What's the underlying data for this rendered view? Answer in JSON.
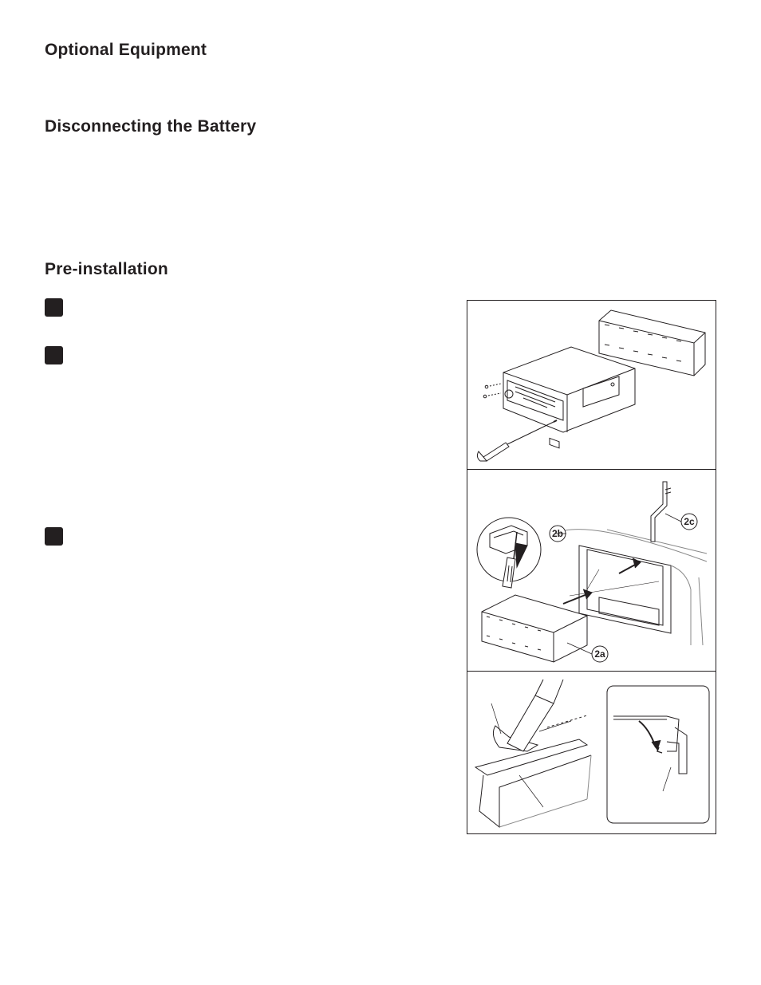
{
  "headings": {
    "optional_equipment": "Optional Equipment",
    "disconnecting_battery": "Disconnecting the Battery",
    "pre_installation": "Pre-installation"
  },
  "figure": {
    "callouts": {
      "c2a": "2a",
      "c2b": "2b",
      "c2c": "2c"
    }
  },
  "colors": {
    "ink": "#231f20",
    "background": "#ffffff"
  }
}
